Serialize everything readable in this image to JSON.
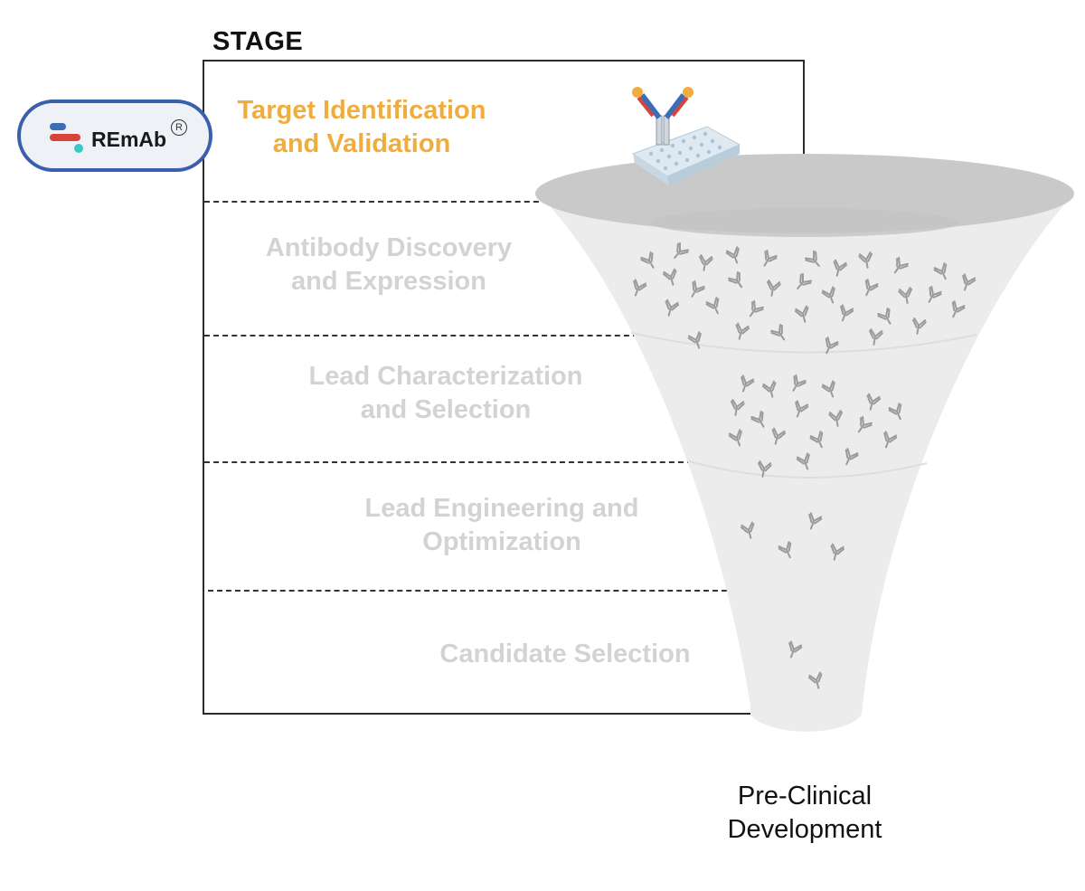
{
  "header": {
    "stage_title": "STAGE"
  },
  "badge": {
    "label": "REmAb",
    "registered_mark": "R"
  },
  "stages": [
    {
      "line1": "Target Identification",
      "line2": "and Validation",
      "active": true
    },
    {
      "line1": "Antibody Discovery",
      "line2": "and Expression",
      "active": false
    },
    {
      "line1": "Lead Characterization",
      "line2": "and Selection",
      "active": false
    },
    {
      "line1": "Lead Engineering and",
      "line2": "Optimization",
      "active": false
    },
    {
      "line1": "Candidate Selection",
      "line2": "",
      "active": false
    }
  ],
  "outcome": {
    "line1": "Pre-Clinical",
    "line2": "Development"
  },
  "colors": {
    "active_stage": "#f0ad3e",
    "inactive_stage": "#d3d3d6",
    "funnel": "#ececec",
    "funnel_rim": "#c9c9c9",
    "badge_border": "#3860ad",
    "antibody": "#9a9a9a"
  },
  "icons": {
    "plate": "microplate-with-antibodies-icon",
    "antibody": "antibody-icon"
  }
}
